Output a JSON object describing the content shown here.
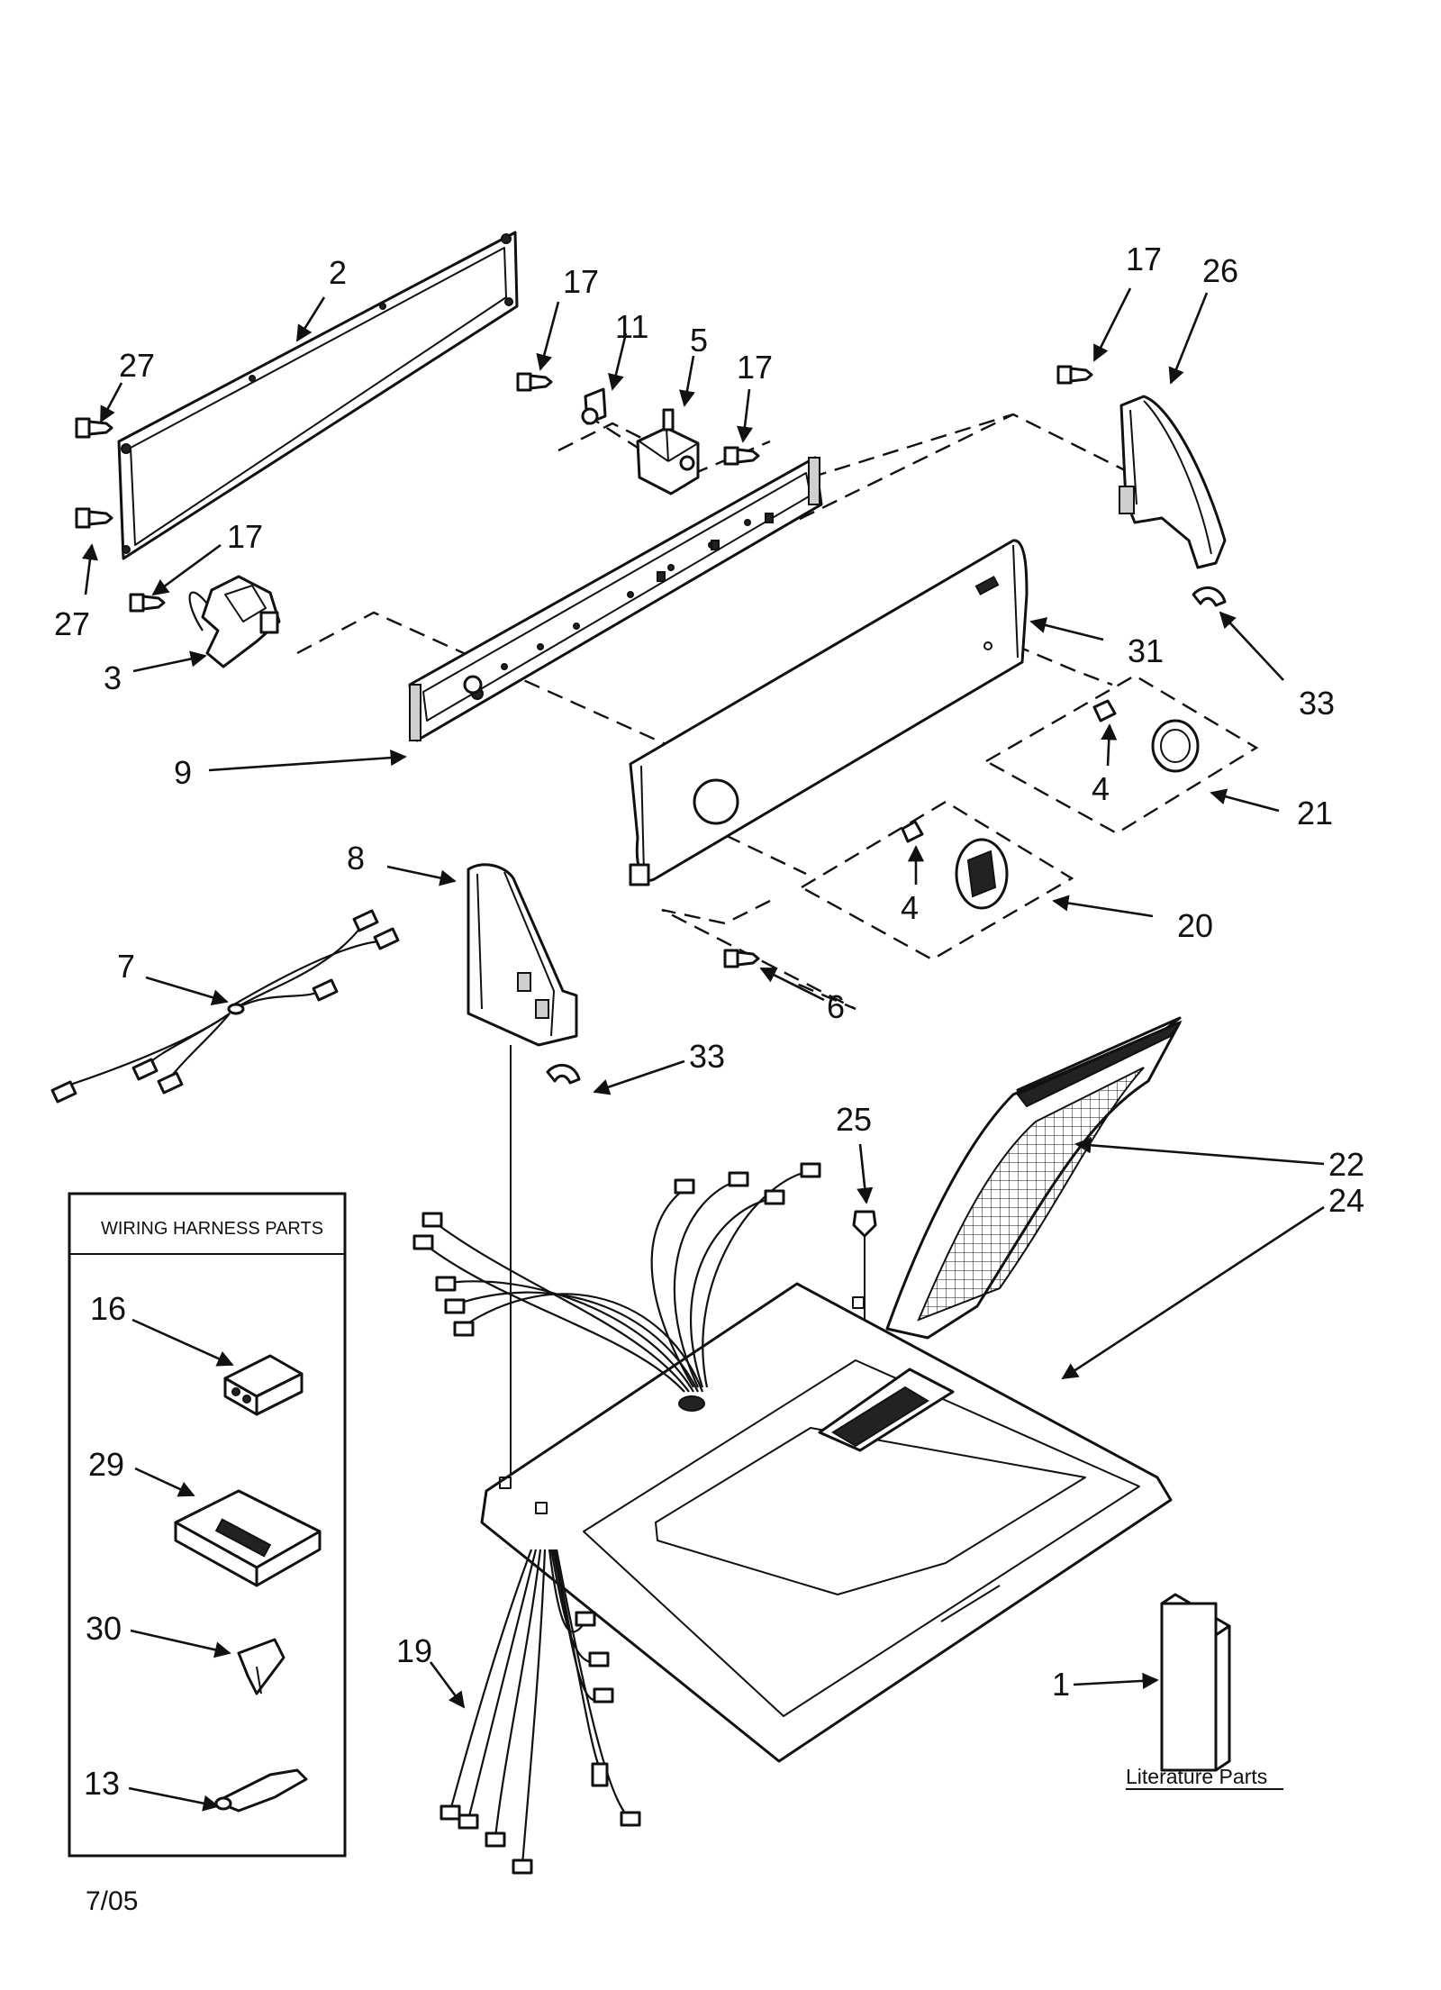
{
  "callouts": {
    "c2": "2",
    "c27a": "27",
    "c27b": "27",
    "c17a": "17",
    "c11": "11",
    "c5": "5",
    "c17b": "17",
    "c17c": "17",
    "c3": "3",
    "c9": "9",
    "c17d": "17",
    "c26": "26",
    "c31": "31",
    "c33a": "33",
    "c4a": "4",
    "c21": "21",
    "c4b": "4",
    "c20": "20",
    "c6": "6",
    "c8": "8",
    "c7": "7",
    "c33b": "33",
    "c25": "25",
    "c22": "22",
    "c24": "24",
    "c16": "16",
    "c29": "29",
    "c30": "30",
    "c13": "13",
    "c19": "19",
    "c1": "1"
  },
  "wiring_box": {
    "title": "WIRING HARNESS PARTS"
  },
  "literature": {
    "label": "Literature Parts"
  },
  "footer": {
    "date": "7/05"
  },
  "colors": {
    "ink": "#111111",
    "paper": "#ffffff"
  }
}
